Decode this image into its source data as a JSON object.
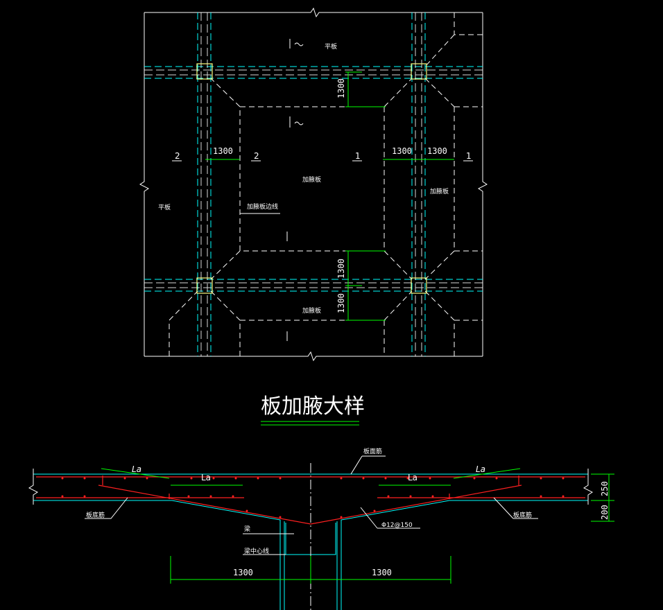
{
  "plan": {
    "labels": {
      "flat_slab_top": "平板",
      "flat_slab_left": "平板",
      "haunch_center": "加腋板",
      "haunch_right": "加腋板",
      "haunch_bottom": "加腋板",
      "haunch_boundary": "加腋板边线"
    },
    "dims": {
      "top_vertical": "1300",
      "left_horizontal": "1300",
      "right_horizontal_a": "1300",
      "right_horizontal_b": "1300",
      "bottom_vertical_a": "1300",
      "bottom_vertical_b": "1300"
    },
    "sections": {
      "s1_left": "1",
      "s1_right": "1",
      "s2_left": "2",
      "s2_right": "2"
    }
  },
  "detail": {
    "title": "板加腋大样",
    "labels": {
      "top_bar": "板面筋",
      "bottom_bar_left": "板底筋",
      "bottom_bar_right": "板底筋",
      "beam": "梁",
      "beam_centerline": "梁中心线",
      "haunch_bar": "Φ12@150",
      "la_left_outer": "La",
      "la_left_inner": "La",
      "la_right_inner": "La",
      "la_right_outer": "La"
    },
    "dims": {
      "left_1300": "1300",
      "right_1300": "1300",
      "thick_250": "250",
      "thick_200": "200"
    }
  },
  "colors": {
    "line": "#ffffff",
    "axis": "#00ffff",
    "dim": "#00ff00",
    "rebar": "#ff2020",
    "column": "#ffff80"
  }
}
